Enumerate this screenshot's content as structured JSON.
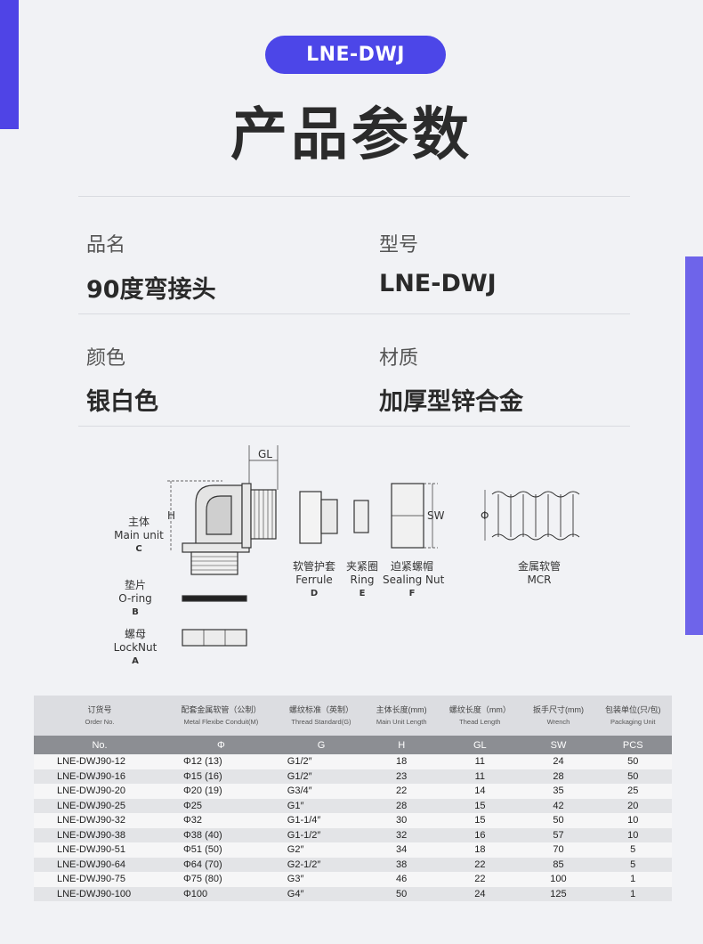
{
  "badge": "LNE-DWJ",
  "title": "产品参数",
  "specs": {
    "name_label": "品名",
    "name_value": "90度弯接头",
    "model_label": "型号",
    "model_value": "LNE-DWJ",
    "color_label": "颜色",
    "color_value": "银白色",
    "material_label": "材质",
    "material_value": "加厚型锌合金"
  },
  "diagram": {
    "gl": "GL",
    "h": "H",
    "sw": "SW",
    "phi": "Φ",
    "main_cn": "主体",
    "main_en": "Main unit",
    "main_code": "C",
    "oring_cn": "垫片",
    "oring_en": "O-ring",
    "oring_code": "B",
    "locknut_cn": "螺母",
    "locknut_en": "LockNut",
    "locknut_code": "A",
    "ferrule_cn": "软管护套",
    "ferrule_en": "Ferrule",
    "ferrule_code": "D",
    "ring_cn": "夹紧圈",
    "ring_en": "Ring",
    "ring_code": "E",
    "nut_cn": "迫紧螺帽",
    "nut_en": "Sealing Nut",
    "nut_code": "F",
    "mcr_cn": "金属软管",
    "mcr_en": "MCR"
  },
  "table": {
    "headers": [
      {
        "cn": "订货号",
        "en": "Order No."
      },
      {
        "cn": "配套金属软管（公制）",
        "en": "Metal  Flexibe  Conduit(M)"
      },
      {
        "cn": "螺纹标准（英制）",
        "en": "Thread Standard(G)"
      },
      {
        "cn": "主体长度(mm)",
        "en": "Main Unit Length"
      },
      {
        "cn": "螺纹长度（mm）",
        "en": "Thead Length"
      },
      {
        "cn": "扳手尺寸(mm)",
        "en": "Wrench"
      },
      {
        "cn": "包装单位(只/包)",
        "en": "Packaging Unit"
      }
    ],
    "symbols": [
      "No.",
      "Φ",
      "G",
      "H",
      "GL",
      "SW",
      "PCS"
    ],
    "rows": [
      [
        "LNE-DWJ90-12",
        "Φ12 (13)",
        "G1/2″",
        "18",
        "11",
        "24",
        "50"
      ],
      [
        "LNE-DWJ90-16",
        "Φ15 (16)",
        "G1/2″",
        "23",
        "11",
        "28",
        "50"
      ],
      [
        "LNE-DWJ90-20",
        "Φ20 (19)",
        "G3/4″",
        "22",
        "14",
        "35",
        "25"
      ],
      [
        "LNE-DWJ90-25",
        "Φ25",
        "G1″",
        "28",
        "15",
        "42",
        "20"
      ],
      [
        "LNE-DWJ90-32",
        "Φ32",
        "G1-1/4″",
        "30",
        "15",
        "50",
        "10"
      ],
      [
        "LNE-DWJ90-38",
        "Φ38 (40)",
        "G1-1/2″",
        "32",
        "16",
        "57",
        "10"
      ],
      [
        "LNE-DWJ90-51",
        "Φ51 (50)",
        "G2″",
        "34",
        "18",
        "70",
        "5"
      ],
      [
        "LNE-DWJ90-64",
        "Φ64 (70)",
        "G2-1/2″",
        "38",
        "22",
        "85",
        "5"
      ],
      [
        "LNE-DWJ90-75",
        "Φ75 (80)",
        "G3″",
        "46",
        "22",
        "100",
        "1"
      ],
      [
        "LNE-DWJ90-100",
        "Φ100",
        "G4″",
        "50",
        "24",
        "125",
        "1"
      ]
    ]
  }
}
